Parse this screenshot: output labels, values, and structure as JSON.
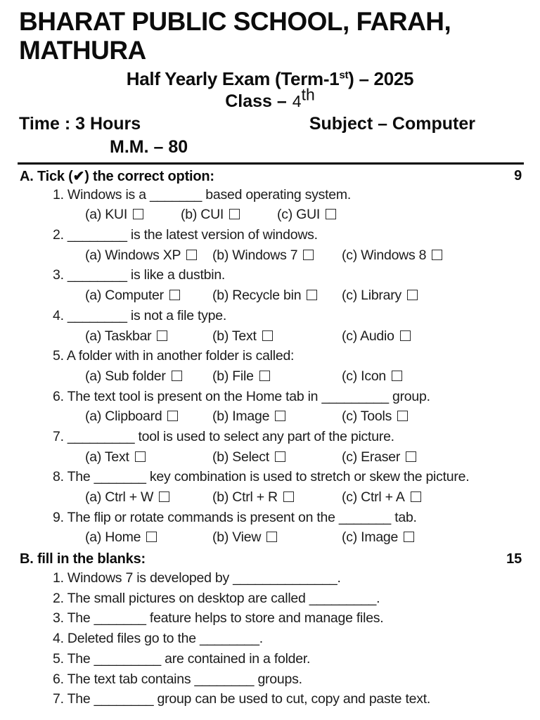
{
  "header": {
    "school_name": "BHARAT PUBLIC SCHOOL, FARAH, MATHURA",
    "exam_line": {
      "pre": "Half Yearly Exam (Term-1",
      "sup": "st",
      "post": ") – 2025"
    },
    "class_line": {
      "label": "Class –",
      "value": "4",
      "sup": "th"
    },
    "time": "Time : 3 Hours",
    "subject": "Subject – Computer",
    "marks_total": "M.M. – 80"
  },
  "icons": {
    "checkbox": "empty-square",
    "tick": "✔"
  },
  "sectionA": {
    "title": "A. Tick (✔) the correct option:",
    "marks": "9",
    "questions": [
      {
        "text": "1. Windows is a _______ based operating system.",
        "options": [
          "(a) KUI",
          "(b) CUI",
          "(c) GUI"
        ]
      },
      {
        "text": "2. ________ is the latest version of windows.",
        "options": [
          "(a) Windows XP",
          "(b) Windows 7",
          "(c) Windows 8"
        ]
      },
      {
        "text": "3. ________ is like a dustbin.",
        "options": [
          "(a) Computer",
          "(b) Recycle bin",
          "(c) Library"
        ]
      },
      {
        "text": "4. ________ is not a file type.",
        "options": [
          "(a) Taskbar",
          "(b) Text",
          "(c) Audio"
        ]
      },
      {
        "text": "5. A folder with in another folder is called:",
        "options": [
          "(a) Sub folder",
          "(b) File",
          "(c) Icon"
        ]
      },
      {
        "text": "6. The text tool is present on the Home tab in _________ group.",
        "options": [
          "(a) Clipboard",
          "(b) Image",
          "(c) Tools"
        ]
      },
      {
        "text": "7. _________ tool is used to select any part of the picture.",
        "options": [
          "(a) Text",
          "(b) Select",
          "(c) Eraser"
        ]
      },
      {
        "text": "8. The _______ key combination is used to stretch or skew the picture.",
        "options": [
          "(a) Ctrl + W",
          "(b) Ctrl + R",
          "(c) Ctrl + A"
        ]
      },
      {
        "text": "9. The flip or rotate commands is present on the _______ tab.",
        "options": [
          "(a) Home",
          "(b) View",
          "(c) Image"
        ]
      }
    ]
  },
  "sectionB": {
    "title": "B. fill in the blanks:",
    "marks": "15",
    "items": [
      "1. Windows 7 is developed by ______________.",
      "2. The small pictures on desktop are called _________.",
      "3. The _______ feature helps to store and manage files.",
      "4. Deleted files go to the ________.",
      "5. The _________ are contained in a folder.",
      "6. The text tab contains ________ groups.",
      "7. The ________ group can be used to cut, copy and paste text."
    ]
  }
}
